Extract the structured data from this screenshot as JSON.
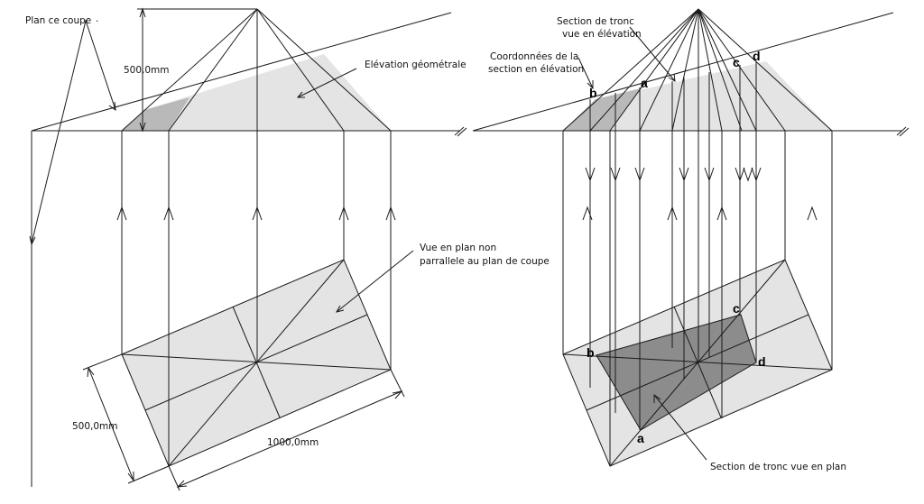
{
  "left_diagram": {
    "cutting_plane_label": "Plan ce coupe",
    "cutting_plane_label_dot": ".",
    "height_dimension": "500,0mm",
    "elevation_label": "Elévation géométrale",
    "plan_view_label_line1": "Vue en plan non",
    "plan_view_label_line2": "parrallele au plan de coupe",
    "width_dimension": "500,0mm",
    "length_dimension": "1000,0mm"
  },
  "right_diagram": {
    "section_elevation_label_line1": "Section de tronc",
    "section_elevation_label_line2": "vue en élévation",
    "coords_label_line1": "Coordonnées de la",
    "coords_label_line2": "section en élévation",
    "section_plan_label": "Section de tronc vue en plan",
    "points": {
      "a": "a",
      "b": "b",
      "c": "c",
      "d": "d"
    }
  },
  "colors": {
    "light_fill": "#e4e4e4",
    "mid_fill": "#b9b9b9",
    "dark_fill": "#8c8c8c",
    "line": "#1a1a1a"
  }
}
